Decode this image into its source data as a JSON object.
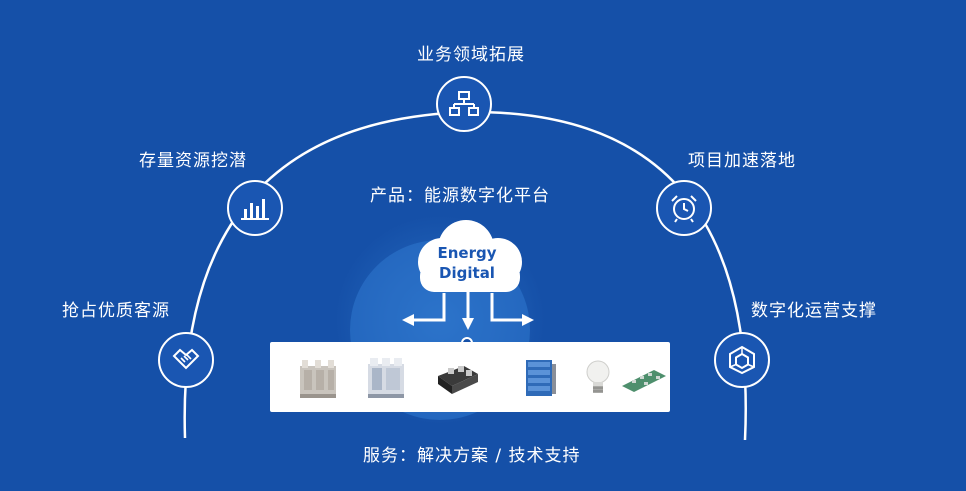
{
  "diagram": {
    "top_node": {
      "label": "业务领域拓展",
      "icon": "org-chart-icon"
    },
    "upper_left_node": {
      "label": "存量资源挖潜",
      "icon": "bar-chart-icon"
    },
    "lower_left_node": {
      "label": "抢占优质客源",
      "icon": "handshake-icon"
    },
    "upper_right_node": {
      "label": "项目加速落地",
      "icon": "alarm-clock-icon"
    },
    "lower_right_node": {
      "label": "数字化运营支撑",
      "icon": "cube-icon"
    },
    "product_label": "产品：能源数字化平台",
    "cloud": {
      "line1": "Energy",
      "line2": "Digital"
    },
    "service_label": "服务：解决方案 / 技术支持",
    "products": [
      "transformer-unit-image",
      "switchgear-unit-image",
      "power-module-image",
      "battery-stack-image",
      "light-bulb-image",
      "circuit-board-image"
    ],
    "colors": {
      "background": "#1550a8",
      "accent": "#1a56b2",
      "line": "#ffffff"
    }
  }
}
